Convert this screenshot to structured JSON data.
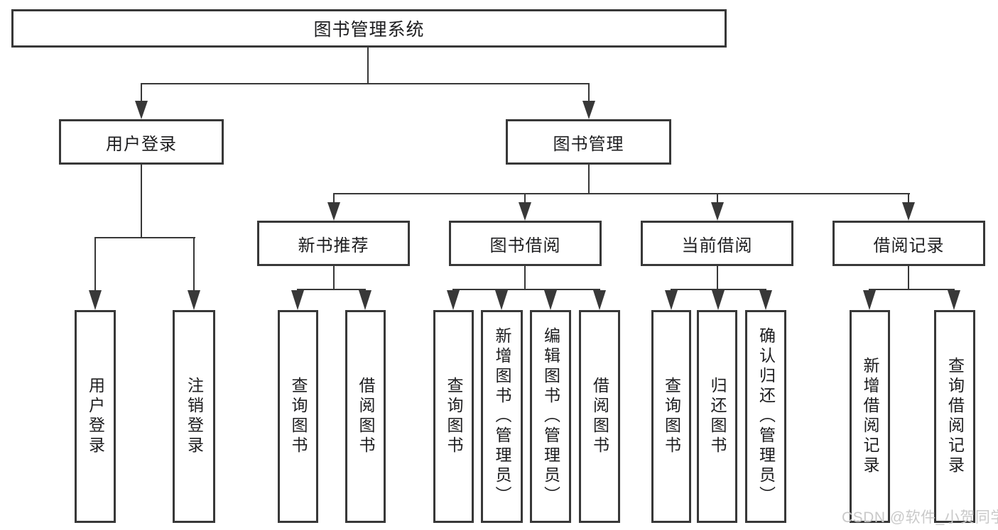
{
  "diagram": {
    "root": {
      "label": "图书管理系统"
    },
    "level2": {
      "user": {
        "label": "用户登录"
      },
      "book": {
        "label": "图书管理"
      }
    },
    "level3": {
      "newbook": {
        "label": "新书推荐"
      },
      "borrow": {
        "label": "图书借阅"
      },
      "current": {
        "label": "当前借阅"
      },
      "records": {
        "label": "借阅记录"
      }
    },
    "leaves": {
      "user": [
        "用户登录",
        "注销登录"
      ],
      "newbook": [
        "查询图书",
        "借阅图书"
      ],
      "borrow": [
        "查询图书",
        "新增图书（管理员）",
        "编辑图书（管理员）",
        "借阅图书"
      ],
      "current": [
        "查询图书",
        "归还图书",
        "确认归还（管理员）"
      ],
      "records": [
        "新增借阅记录",
        "查询借阅记录"
      ]
    }
  },
  "watermark": {
    "text": "CSDN @软件_小贺同学",
    "color": "#c9c9c9"
  },
  "colors": {
    "line": "#383838",
    "text": "#1d1d1f",
    "background": "#ffffff"
  }
}
